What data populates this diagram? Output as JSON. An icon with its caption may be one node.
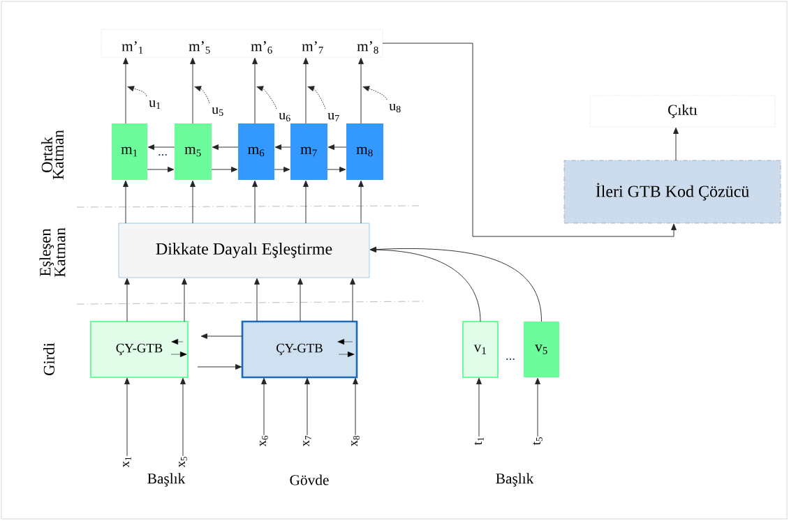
{
  "diagram": {
    "nodes": [
      {
        "text": [],
        "shape": "box"
      },
      {
        "text": [
          "m’$_{1}$"
        ],
        "in": 0
      },
      {
        "text": [
          "m’$_{5}$"
        ],
        "in": 0
      },
      {
        "text": [
          "m’$_{6}$"
        ],
        "in": 0
      },
      {
        "text": [
          "m’$_{7}$"
        ],
        "in": 0
      },
      {
        "text": [
          "m’$_{8}$"
        ],
        "in": 0
      },
      {
        "text": [
          "u$_{1}$"
        ]
      },
      {
        "text": [
          "u$_{5}$"
        ]
      },
      {
        "text": [
          "u$_{6}$"
        ]
      },
      {
        "text": [
          "u$_{7}$"
        ]
      },
      {
        "text": [
          "u$_{8}$"
        ]
      },
      {
        "text": [
          "m$_{1}$"
        ]
      },
      {
        "text": [
          "m$_{5}$"
        ]
      },
      {
        "text": [
          "m$_{6}$"
        ]
      },
      {
        "text": [
          "m$_{7}$"
        ]
      },
      {
        "text": [
          "m$_{8}$"
        ]
      },
      {
        "text": [
          "Dikkate Dayalı Eşleştirme"
        ]
      },
      {
        "text": [
          "ÇY-GTB"
        ]
      },
      {
        "text": [
          "ÇY-GTB"
        ]
      },
      {
        "text": [
          "v$_{1}$"
        ]
      },
      {
        "text": [
          "v$_{5}$"
        ]
      },
      {
        "text": [
          "x$_{1}$"
        ]
      },
      {
        "text": [
          "x$_{5}$"
        ]
      },
      {
        "text": [
          "x$_{6}$"
        ]
      },
      {
        "text": [
          "x$_{7}$"
        ]
      },
      {
        "text": [
          "x$_{8}$"
        ]
      },
      {
        "text": [
          "t$_{1}$"
        ]
      },
      {
        "text": [
          "t$_{5}$"
        ]
      },
      {
        "text": [
          "Çıktı"
        ]
      },
      {
        "text": [
          "İleri GTB Kod Çözücü"
        ]
      }
    ],
    "edges": [
      {
        "from": 11,
        "to": 1,
        "arrow": "to"
      },
      {
        "from": 12,
        "to": 2,
        "arrow": "to"
      },
      {
        "from": 13,
        "to": 3,
        "arrow": "to"
      },
      {
        "from": 14,
        "to": 4,
        "arrow": "to"
      },
      {
        "from": 15,
        "to": 5,
        "arrow": "to"
      },
      {
        "from": 6,
        "to": null,
        "arrow": "to",
        "style": "dashed"
      },
      {
        "from": 7,
        "to": null,
        "arrow": "to",
        "style": "dashed"
      },
      {
        "from": 8,
        "to": null,
        "arrow": "to",
        "style": "dashed"
      },
      {
        "from": 9,
        "to": null,
        "arrow": "to",
        "style": "dashed"
      },
      {
        "from": 10,
        "to": null,
        "arrow": "to",
        "style": "dashed"
      },
      {
        "from": 12,
        "to": 11,
        "arrow": "to"
      },
      {
        "from": 13,
        "to": 12,
        "arrow": "to"
      },
      {
        "from": 14,
        "to": 13,
        "arrow": "to"
      },
      {
        "from": 15,
        "to": 14,
        "arrow": "to"
      },
      {
        "from": 11,
        "to": 12,
        "arrow": "to"
      },
      {
        "from": 12,
        "to": 13,
        "arrow": "to"
      },
      {
        "from": 13,
        "to": 14,
        "arrow": "to"
      },
      {
        "from": 14,
        "to": 15,
        "arrow": "to"
      },
      {
        "from": 16,
        "to": 11,
        "arrow": "to"
      },
      {
        "from": 16,
        "to": 12,
        "arrow": "to"
      },
      {
        "from": 16,
        "to": 13,
        "arrow": "to"
      },
      {
        "from": 16,
        "to": 14,
        "arrow": "to"
      },
      {
        "from": 16,
        "to": 15,
        "arrow": "to"
      },
      {
        "from": 17,
        "to": 16,
        "arrow": "to"
      },
      {
        "from": 17,
        "to": 16,
        "arrow": "to"
      },
      {
        "from": 18,
        "to": 16,
        "arrow": "to"
      },
      {
        "from": 18,
        "to": 16,
        "arrow": "to"
      },
      {
        "from": 18,
        "to": 16,
        "arrow": "to"
      },
      {
        "from": 18,
        "to": 17,
        "arrow": "to"
      },
      {
        "from": 17,
        "to": 18,
        "arrow": "to"
      },
      {
        "from": 21,
        "to": 17,
        "arrow": "to"
      },
      {
        "from": 22,
        "to": 17,
        "arrow": "to"
      },
      {
        "from": 23,
        "to": 18,
        "arrow": "to"
      },
      {
        "from": 24,
        "to": 18,
        "arrow": "to"
      },
      {
        "from": 25,
        "to": 18,
        "arrow": "to"
      },
      {
        "from": 26,
        "to": 19,
        "arrow": "to"
      },
      {
        "from": 27,
        "to": 20,
        "arrow": "to"
      },
      {
        "from": 19,
        "to": 16,
        "arrow": "to"
      },
      {
        "from": 20,
        "to": 16,
        "arrow": "to"
      },
      {
        "from": 0,
        "to": 29,
        "arrow": "to"
      },
      {
        "from": 29,
        "to": 28,
        "arrow": "to"
      }
    ],
    "labels": [
      "Ortak Katman",
      "...",
      "Eşleşen Katman",
      "Girdi",
      "...",
      "Başlık",
      "Gövde",
      "Başlık"
    ]
  }
}
